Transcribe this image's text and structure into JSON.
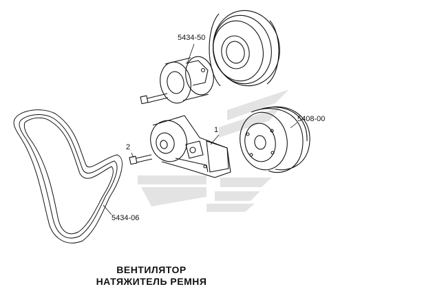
{
  "parts": [
    {
      "id": "idler-pulley",
      "number": "5434-50"
    },
    {
      "id": "bolt",
      "number": "2"
    },
    {
      "id": "tensioner",
      "number": "1"
    },
    {
      "id": "fan-pulley",
      "number": "5408-00"
    },
    {
      "id": "belt",
      "number": "5434-06"
    }
  ],
  "caption": {
    "line1": "ВЕНТИЛЯТОР",
    "line2": "НАТЯЖИТЕЛЬ РЕМНЯ"
  },
  "colors": {
    "line": "#111111",
    "watermark": "#e2e2e2"
  }
}
